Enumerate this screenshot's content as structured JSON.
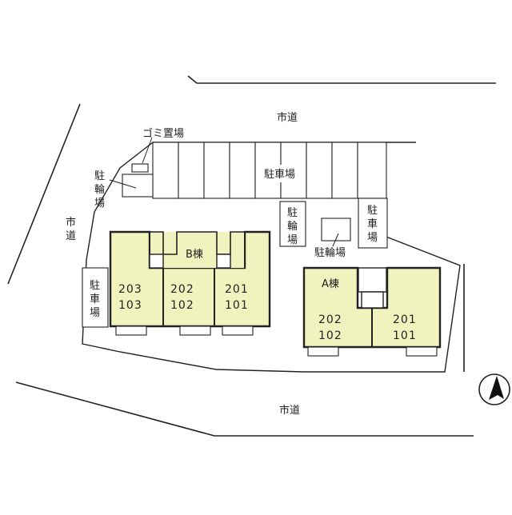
{
  "roads": {
    "north": "市道",
    "west": "市道",
    "south": "市道"
  },
  "facilities": {
    "garbage": "ゴミ置場",
    "parking_main": "駐車場",
    "parking_right": "駐車場",
    "parking_left": "駐車場",
    "bike_left": "駐輪場",
    "bike_center": "駐輪場",
    "bike_a": "駐輪場"
  },
  "buildings": {
    "b": {
      "name": "B棟",
      "units": [
        {
          "top": "203",
          "bottom": "103"
        },
        {
          "top": "202",
          "bottom": "102"
        },
        {
          "top": "201",
          "bottom": "101"
        }
      ]
    },
    "a": {
      "name": "A棟",
      "units": [
        {
          "top": "202",
          "bottom": "102"
        },
        {
          "top": "201",
          "bottom": "101"
        }
      ]
    }
  },
  "colors": {
    "building_fill": "#f1f3bf",
    "line": "#222222"
  },
  "icons": {
    "compass": "north-arrow-icon"
  }
}
